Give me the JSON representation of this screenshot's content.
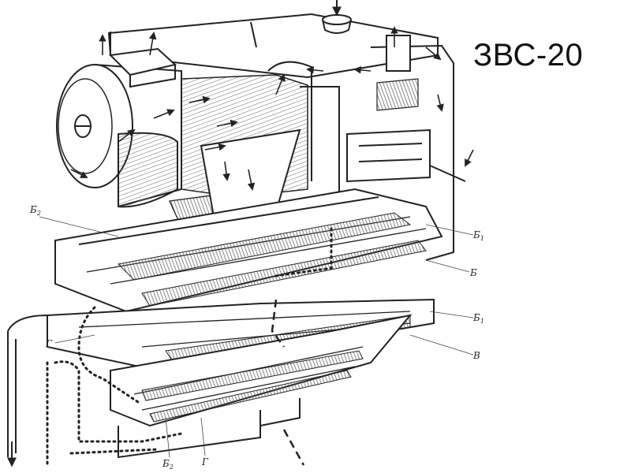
{
  "title": "ЗВС-20",
  "labels": {
    "b2_top": {
      "main": "Б",
      "sub": "2"
    },
    "b1_upper": {
      "main": "Б",
      "sub": "1"
    },
    "b": "Б",
    "b1_lower": {
      "main": "Б",
      "sub": "1"
    },
    "v": "В",
    "g_left": "Г",
    "b2_bottom": {
      "main": "Б",
      "sub": "2"
    },
    "g_bottom": "Г"
  },
  "colors": {
    "ink": "#222222",
    "hatch": "#555555",
    "paper": "#ffffff"
  }
}
